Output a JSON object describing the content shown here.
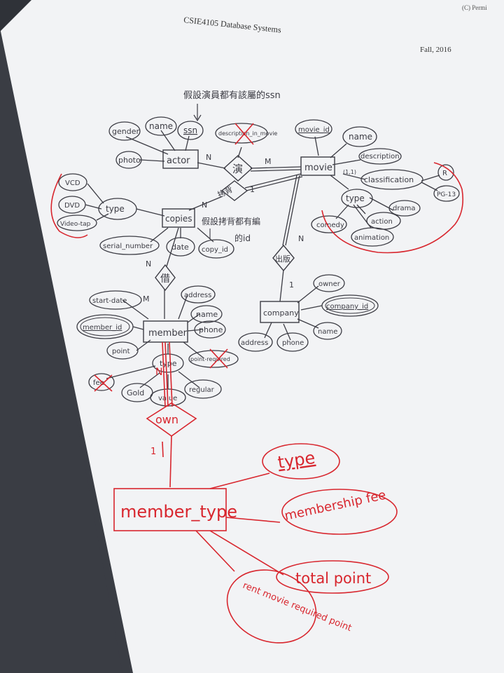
{
  "header": {
    "course": "CSIE4105 Database Systems",
    "term": "Fall, 2016",
    "corner_note": "(C) Permi"
  },
  "notes": {
    "ssn_assumption": "假設演員都有該屬的ssn",
    "copy_id_assumption_line1": "假設拷背都有編",
    "copy_id_assumption_line2": "的id"
  },
  "entities": {
    "actor": "actor",
    "movie": "movie",
    "copies": "copies",
    "member": "member",
    "company": "company",
    "member_type": "member_type"
  },
  "relationships": {
    "act": "演",
    "copy": "拷背",
    "borrow": "借",
    "publish": "出版",
    "own": "own"
  },
  "attributes": {
    "actor": [
      "gender",
      "name",
      "ssn",
      "photo"
    ],
    "acts": [
      "description_in_movie"
    ],
    "movie": [
      "movie_id",
      "name",
      "description",
      "classification",
      "type"
    ],
    "classification_values": [
      "R",
      "PG-13"
    ],
    "classification_marker": "(1,1)",
    "movie_types": [
      "drama",
      "action",
      "comedy",
      "animation"
    ],
    "copies": [
      "type",
      "serial_number",
      "date",
      "copy_id"
    ],
    "copy_types": [
      "VCD",
      "DVD",
      "Video-tap"
    ],
    "member": [
      "start-date",
      "address",
      "name",
      "phone",
      "member_id",
      "point",
      "type",
      "point-required"
    ],
    "member_types": [
      "fee",
      "Gold",
      "value",
      "regular"
    ],
    "company": [
      "owner",
      "company_id",
      "name",
      "address",
      "phone"
    ],
    "member_type": [
      "type",
      "membership fee",
      "total point",
      "rent movie required point"
    ]
  },
  "cardinalities": {
    "act_actor": "N",
    "act_movie": "M",
    "copy_movie": "1",
    "copy_copies": "N",
    "borrow_copies": "N",
    "borrow_member": "M",
    "publish_movie": "N",
    "publish_company": "1",
    "own_member": "N",
    "own_member_type": "1"
  },
  "colors": {
    "ink": "#3c3c44",
    "red_ink": "#d8262e",
    "paper": "#f4f5f7",
    "background": "#3a3d44"
  }
}
